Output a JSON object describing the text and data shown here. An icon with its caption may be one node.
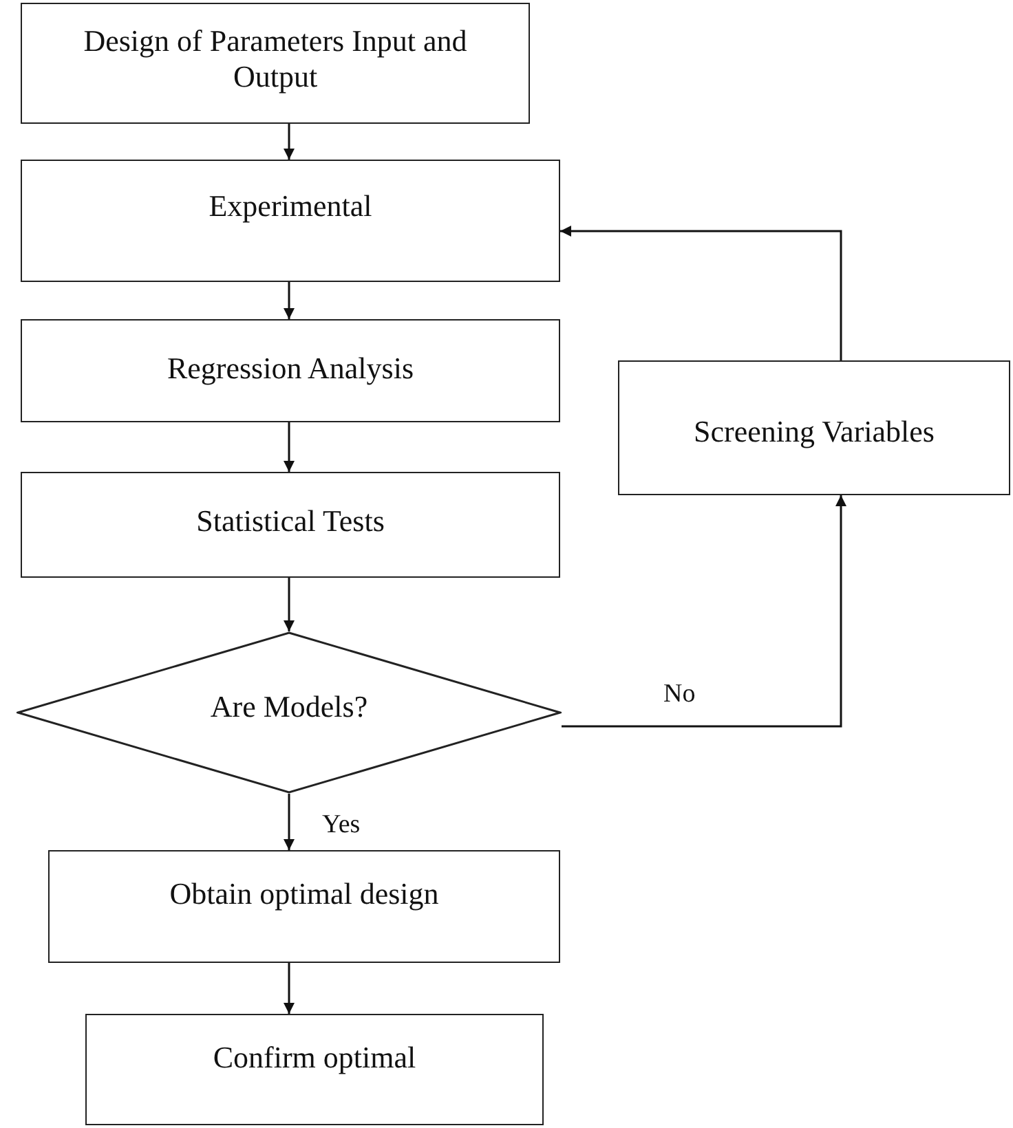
{
  "diagram": {
    "nodes": [
      {
        "text": [
          "Design of Parameters Input and Output"
        ]
      },
      {
        "text": [
          "Experimental"
        ]
      },
      {
        "text": [
          "Regression Analysis"
        ]
      },
      {
        "text": [
          "Statistical Tests"
        ]
      },
      {
        "text": [
          "Are Models?"
        ]
      },
      {
        "text": [
          "Screening Variables"
        ]
      },
      {
        "text": [
          "Obtain optimal design"
        ]
      },
      {
        "text": [
          "Confirm optimal"
        ]
      }
    ],
    "edges": [
      {
        "from": 0,
        "to": 1,
        "arrow": "to"
      },
      {
        "from": 1,
        "to": 2,
        "arrow": "to"
      },
      {
        "from": 2,
        "to": 3,
        "arrow": "to"
      },
      {
        "from": 3,
        "to": 4,
        "arrow": "to"
      },
      {
        "from": 4,
        "to": 5,
        "arrow": "to",
        "label": "No"
      },
      {
        "from": 5,
        "to": 1,
        "arrow": "to"
      },
      {
        "from": 4,
        "to": 6,
        "arrow": "to",
        "label": "Yes"
      },
      {
        "from": 6,
        "to": 7,
        "arrow": "to"
      }
    ]
  }
}
